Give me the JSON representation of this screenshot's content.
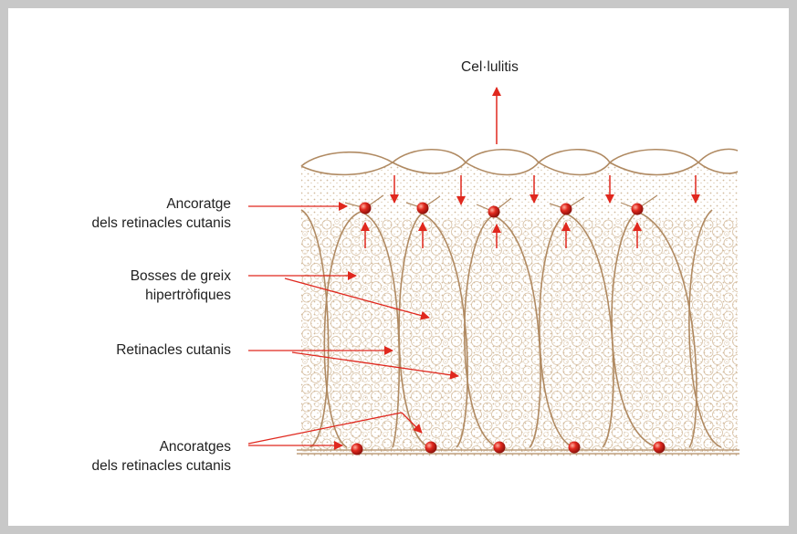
{
  "labels": {
    "top": "Cel·lulitis",
    "anchorage_top_line1": "Ancoratge",
    "anchorage_top_line2": "dels retinacles cutanis",
    "fat_line1": "Bosses de greix",
    "fat_line2": "hipertròfiques",
    "retinacula": "Retinacles cutanis",
    "anchorage_bottom_line1": "Ancoratges",
    "anchorage_bottom_line2": "dels retinacles cutanis"
  },
  "colors": {
    "frame": "#c8c8c8",
    "tissue_line": "#b08a62",
    "stipple": "#c9ad8c",
    "arrow": "#e0281e",
    "anchor": "#d6241a",
    "text": "#222222"
  }
}
